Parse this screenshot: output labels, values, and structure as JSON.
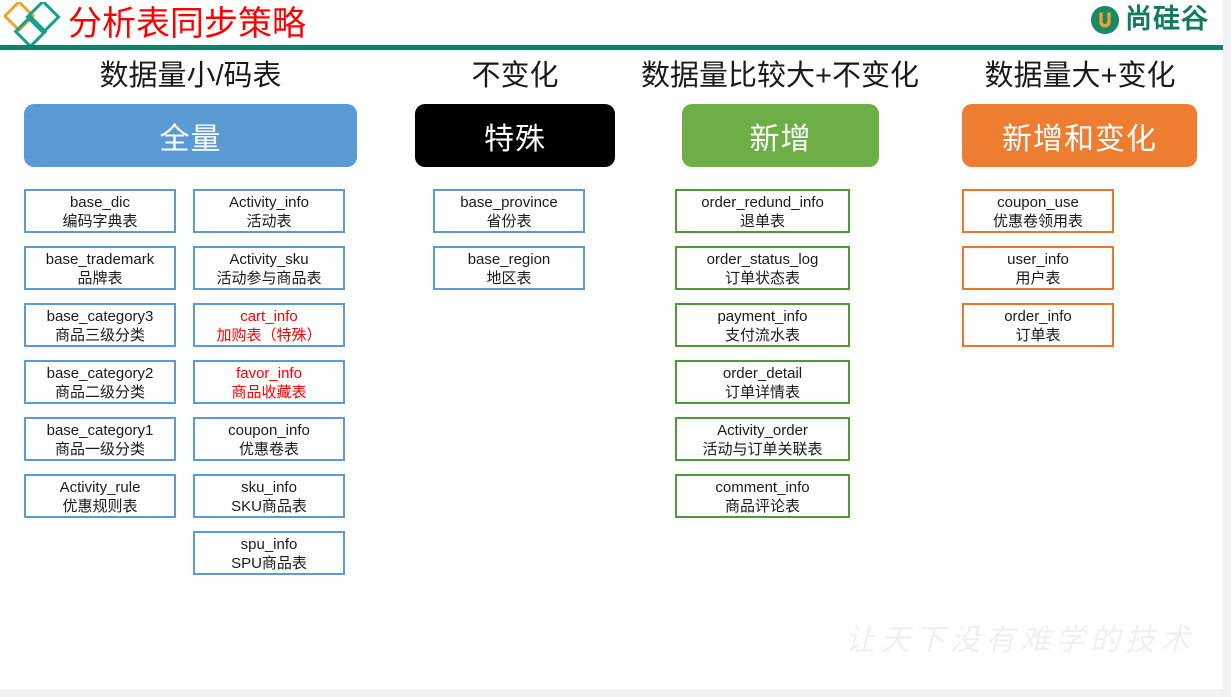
{
  "header": {
    "title": "分析表同步策略",
    "brand_name": "尚硅谷",
    "title_color": "#ff0000",
    "rule_color": "#08836c",
    "brand_color": "#12795f",
    "diamond_orange": "#F2A22C",
    "diamond_teal": "#17A08A"
  },
  "watermark": "让天下没有难学的技术",
  "columns": [
    {
      "heading": "数据量小/码表",
      "pill_label": "全量",
      "pill_color": "#5B9BD5",
      "border_color": "#5B9BD5",
      "groups": [
        {
          "tables": [
            {
              "en": "base_dic",
              "cn": "编码字典表",
              "red": false,
              "overflow": false
            },
            {
              "en": "base_trademark",
              "cn": "品牌表",
              "red": false,
              "overflow": true
            },
            {
              "en": "base_category3",
              "cn": "商品三级分类",
              "red": false,
              "overflow": false
            },
            {
              "en": "base_category2",
              "cn": "商品二级分类",
              "red": false,
              "overflow": false
            },
            {
              "en": "base_category1",
              "cn": "商品一级分类",
              "red": false,
              "overflow": false
            },
            {
              "en": "Activity_rule",
              "cn": "优惠规则表",
              "red": false,
              "overflow": false
            }
          ]
        },
        {
          "tables": [
            {
              "en": "Activity_info",
              "cn": "活动表",
              "red": false,
              "overflow": false
            },
            {
              "en": "Activity_sku",
              "cn": "活动参与商品表",
              "red": false,
              "overflow": false
            },
            {
              "en": "cart_info",
              "cn": "加购表（特殊）",
              "red": true,
              "overflow": false
            },
            {
              "en": "favor_info",
              "cn": "商品收藏表",
              "red": true,
              "overflow": false
            },
            {
              "en": "coupon_info",
              "cn": "优惠卷表",
              "red": false,
              "overflow": false
            },
            {
              "en": "sku_info",
              "cn": "SKU商品表",
              "red": false,
              "overflow": false
            },
            {
              "en": "spu_info",
              "cn": "SPU商品表",
              "red": false,
              "overflow": false
            }
          ]
        }
      ]
    },
    {
      "heading": "不变化",
      "pill_label": "特殊",
      "pill_color": "#000000",
      "border_color": "#5B9BD5",
      "groups": [
        {
          "tables": [
            {
              "en": "base_province",
              "cn": "省份表",
              "red": false,
              "overflow": false
            },
            {
              "en": "base_region",
              "cn": "地区表",
              "red": false,
              "overflow": false
            }
          ]
        }
      ]
    },
    {
      "heading": "数据量比较大+不变化",
      "pill_label": "新增",
      "pill_color": "#6DAF46",
      "border_color": "#4E9A34",
      "groups": [
        {
          "tables": [
            {
              "en": "order_redund_info",
              "cn": "退单表",
              "red": false,
              "overflow": false
            },
            {
              "en": "order_status_log",
              "cn": "订单状态表",
              "red": false,
              "overflow": false
            },
            {
              "en": "payment_info",
              "cn": "支付流水表",
              "red": false,
              "overflow": false
            },
            {
              "en": "order_detail",
              "cn": "订单详情表",
              "red": false,
              "overflow": false
            },
            {
              "en": "Activity_order",
              "cn": "活动与订单关联表",
              "red": false,
              "overflow": false
            },
            {
              "en": "comment_info",
              "cn": "商品评论表",
              "red": false,
              "overflow": false
            }
          ]
        }
      ]
    },
    {
      "heading": "数据量大+变化",
      "pill_label": "新增和变化",
      "pill_color": "#ED7D31",
      "border_color": "#E8762C",
      "groups": [
        {
          "tables": [
            {
              "en": "coupon_use",
              "cn": "优惠卷领用表",
              "red": false,
              "overflow": false
            },
            {
              "en": "user_info",
              "cn": "用户表",
              "red": false,
              "overflow": false
            },
            {
              "en": "order_info",
              "cn": "订单表",
              "red": false,
              "overflow": false
            }
          ]
        }
      ]
    }
  ]
}
